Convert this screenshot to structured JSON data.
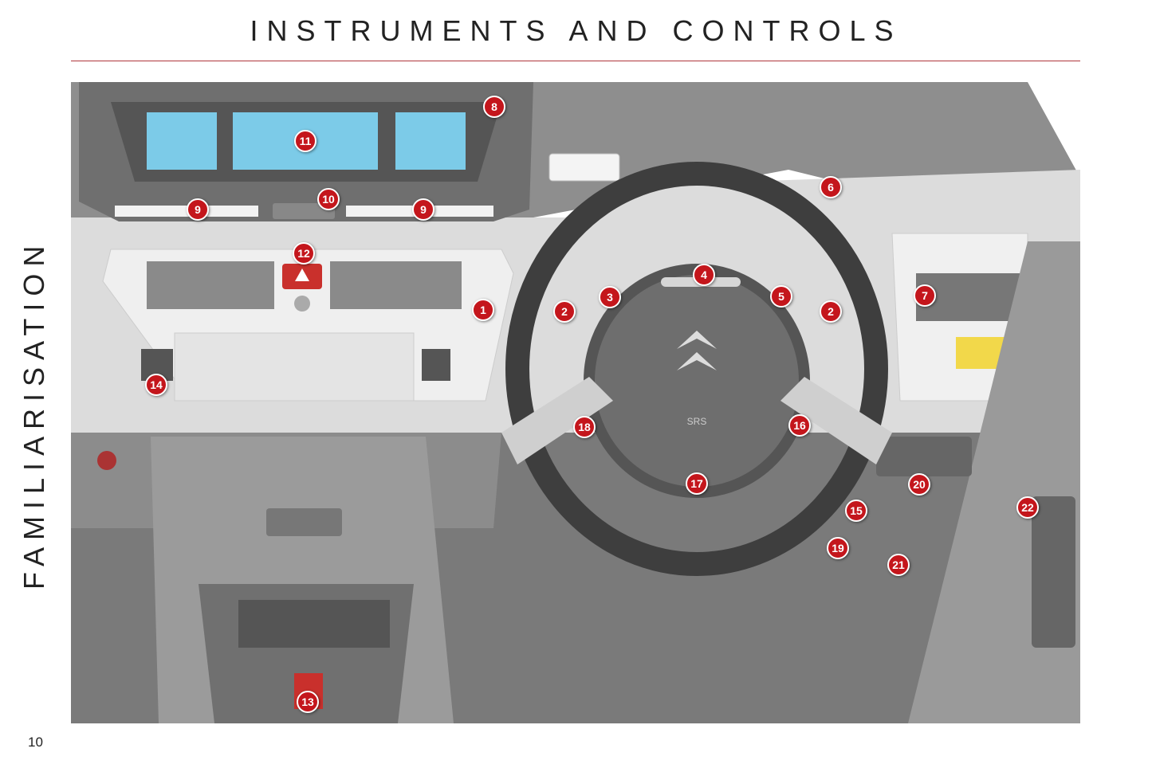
{
  "header": {
    "title": "INSTRUMENTS AND CONTROLS"
  },
  "side_tab": {
    "label": "FAMILIARISATION"
  },
  "page_number": "10",
  "colors": {
    "accent": "#c4161c",
    "rule": "#b0353b",
    "screen": "#7ccbe8",
    "radio_display": "#f2d84a"
  },
  "callouts": [
    "1",
    "2",
    "2",
    "3",
    "4",
    "5",
    "6",
    "7",
    "8",
    "9",
    "9",
    "10",
    "11",
    "12",
    "13",
    "14",
    "15",
    "16",
    "17",
    "18",
    "19",
    "20",
    "21",
    "22"
  ],
  "illustration_labels": {
    "airbag": "SRS"
  }
}
